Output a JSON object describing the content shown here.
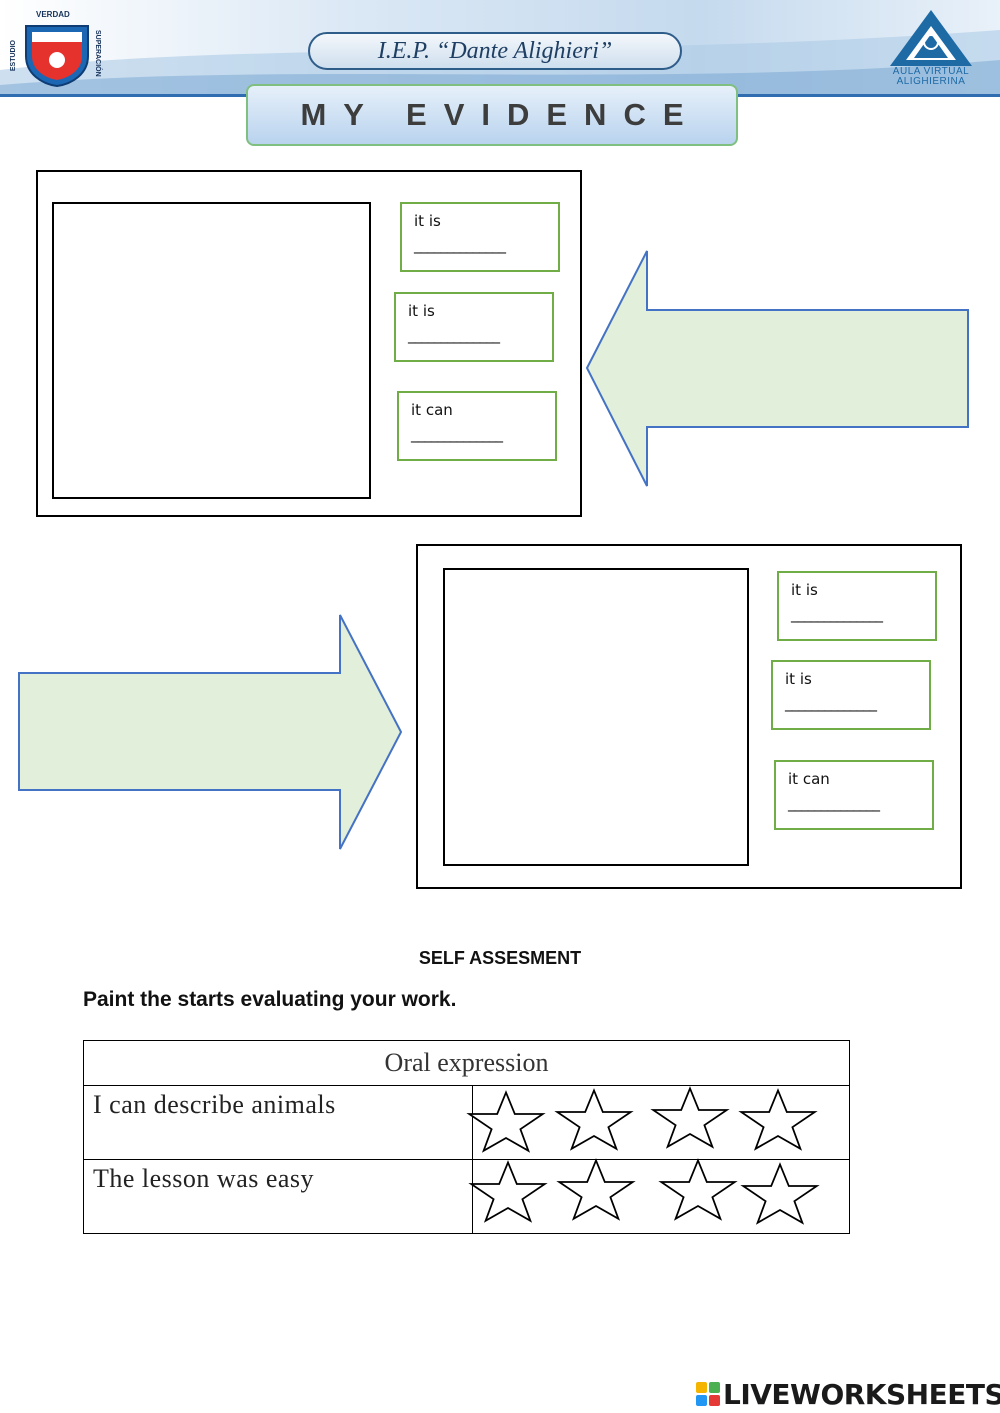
{
  "header": {
    "school_name": "I.E.P. “Dante Alighieri”",
    "crest_top_label": "VERDAD",
    "crest_left_label": "ESTUDIO",
    "crest_right_label": "SUPERACIÓN",
    "platform_label_line1": "AULA VIRTUAL",
    "platform_label_line2": "ALIGHIERINA"
  },
  "title": "MY EVIDENCE",
  "panels": [
    {
      "answers": [
        {
          "prompt": "it is",
          "blank": "______________"
        },
        {
          "prompt": "it is",
          "blank": "______________"
        },
        {
          "prompt": "it can",
          "blank": "______________"
        }
      ]
    },
    {
      "answers": [
        {
          "prompt": "it is",
          "blank": "______________"
        },
        {
          "prompt": "it is",
          "blank": "______________"
        },
        {
          "prompt": "it can",
          "blank": "______________"
        }
      ]
    }
  ],
  "self_assessment": {
    "title": "SELF ASSESMENT",
    "instruction": "Paint the starts evaluating your work.",
    "table_header": "Oral expression",
    "rows": [
      {
        "criterion": "I can describe animals",
        "stars": 4
      },
      {
        "criterion": "The lesson was easy",
        "stars": 4
      }
    ]
  },
  "colors": {
    "arrow_fill": "#e2efda",
    "arrow_stroke": "#4472c4",
    "answer_border": "#70ad47",
    "title_bg": "#b9d3ee"
  },
  "footer": {
    "brand": "LIVEWORKSHEETS"
  }
}
